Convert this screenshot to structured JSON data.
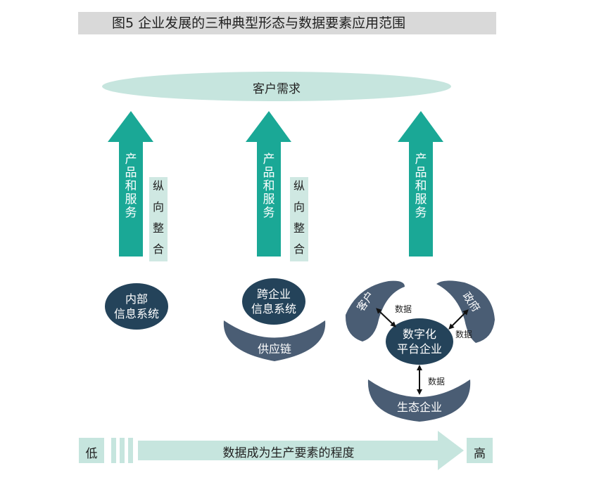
{
  "title": "图5 企业发展的三种典型形态与数据要素应用范围",
  "demand_label": "客户需求",
  "arrow_label": "产品和服务",
  "integration_label": "纵向整合",
  "forms": {
    "first": {
      "center": "内部\n信息系统"
    },
    "second": {
      "center": "跨企业\n信息系统",
      "arc": "供应链"
    },
    "third": {
      "center": "数字化\n平台企业",
      "customer": "客户",
      "government": "政府",
      "ecosystem": "生态企业",
      "data_label": "数据"
    }
  },
  "scale": {
    "low": "低",
    "high": "高",
    "label": "数据成为生产要素的程度"
  },
  "colors": {
    "teal": "#1aa896",
    "navy": "#24435a",
    "slate": "#4a5d74",
    "mint": "#c6e5de",
    "mint_dark": "#b9ddd6"
  }
}
